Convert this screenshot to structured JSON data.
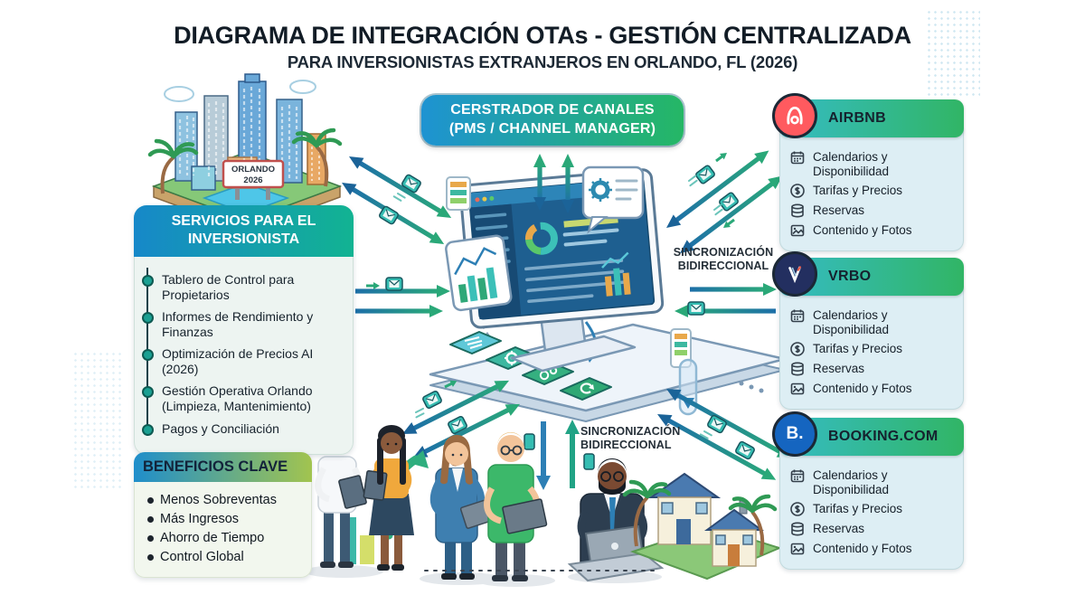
{
  "header": {
    "title": "DIAGRAMA DE INTEGRACIÓN OTAs - GESTIÓN CENTRALIZADA",
    "subtitle": "PARA INVERSIONISTAS EXTRANJEROS EN ORLANDO, FL (2026)"
  },
  "channel_manager": {
    "line1": "CERSTRADOR DE CANALES",
    "line2": "(PMS / CHANNEL MANAGER)"
  },
  "city": {
    "sign_line1": "ORLANDO",
    "sign_line2": "2026"
  },
  "servicios": {
    "title": "SERVICIOS PARA EL INVERSIONISTA",
    "items": [
      "Tablero de Control para Propietarios",
      "Informes de Rendimiento y Finanzas",
      "Optimización de Precios AI (2026)",
      "Gestión Operativa Orlando (Limpieza, Mantenimiento)",
      "Pagos y Conciliación"
    ]
  },
  "beneficios": {
    "title": "BENEFICIOS CLAVE",
    "items": [
      "Menos Sobreventas",
      "Más Ingresos",
      "Ahorro de Tiempo",
      "Control Global"
    ]
  },
  "sync": {
    "right": "SINCRONIZACIÓN BIDIRECCIONAL",
    "bottom": "SINCRONIZACIÓN BIDIRECCIONAL"
  },
  "platforms": [
    {
      "name": "AIRBNB",
      "items": [
        "Calendarios y Disponibilidad",
        "Tarifas y Precios",
        "Reservas",
        "Contenido y Fotos"
      ]
    },
    {
      "name": "VRBO",
      "items": [
        "Calendarios y Disponibilidad",
        "Tarifas y Precios",
        "Reservas",
        "Contenido y Fotos"
      ]
    },
    {
      "name": "BOOKING.COM",
      "logo_text": "B.",
      "items": [
        "Calendarios y Disponibilidad",
        "Tarifas y Precios",
        "Reservas",
        "Contenido y Fotos"
      ]
    }
  ],
  "colors": {
    "gradient_blue": "#1e93d2",
    "gradient_green": "#25b765",
    "arrow_blue": "#1d6fa8",
    "arrow_green": "#2aa87a",
    "airbnb_red": "#ff5a5f",
    "vrbo_navy": "#232f60",
    "booking_blue": "#1565c0"
  }
}
